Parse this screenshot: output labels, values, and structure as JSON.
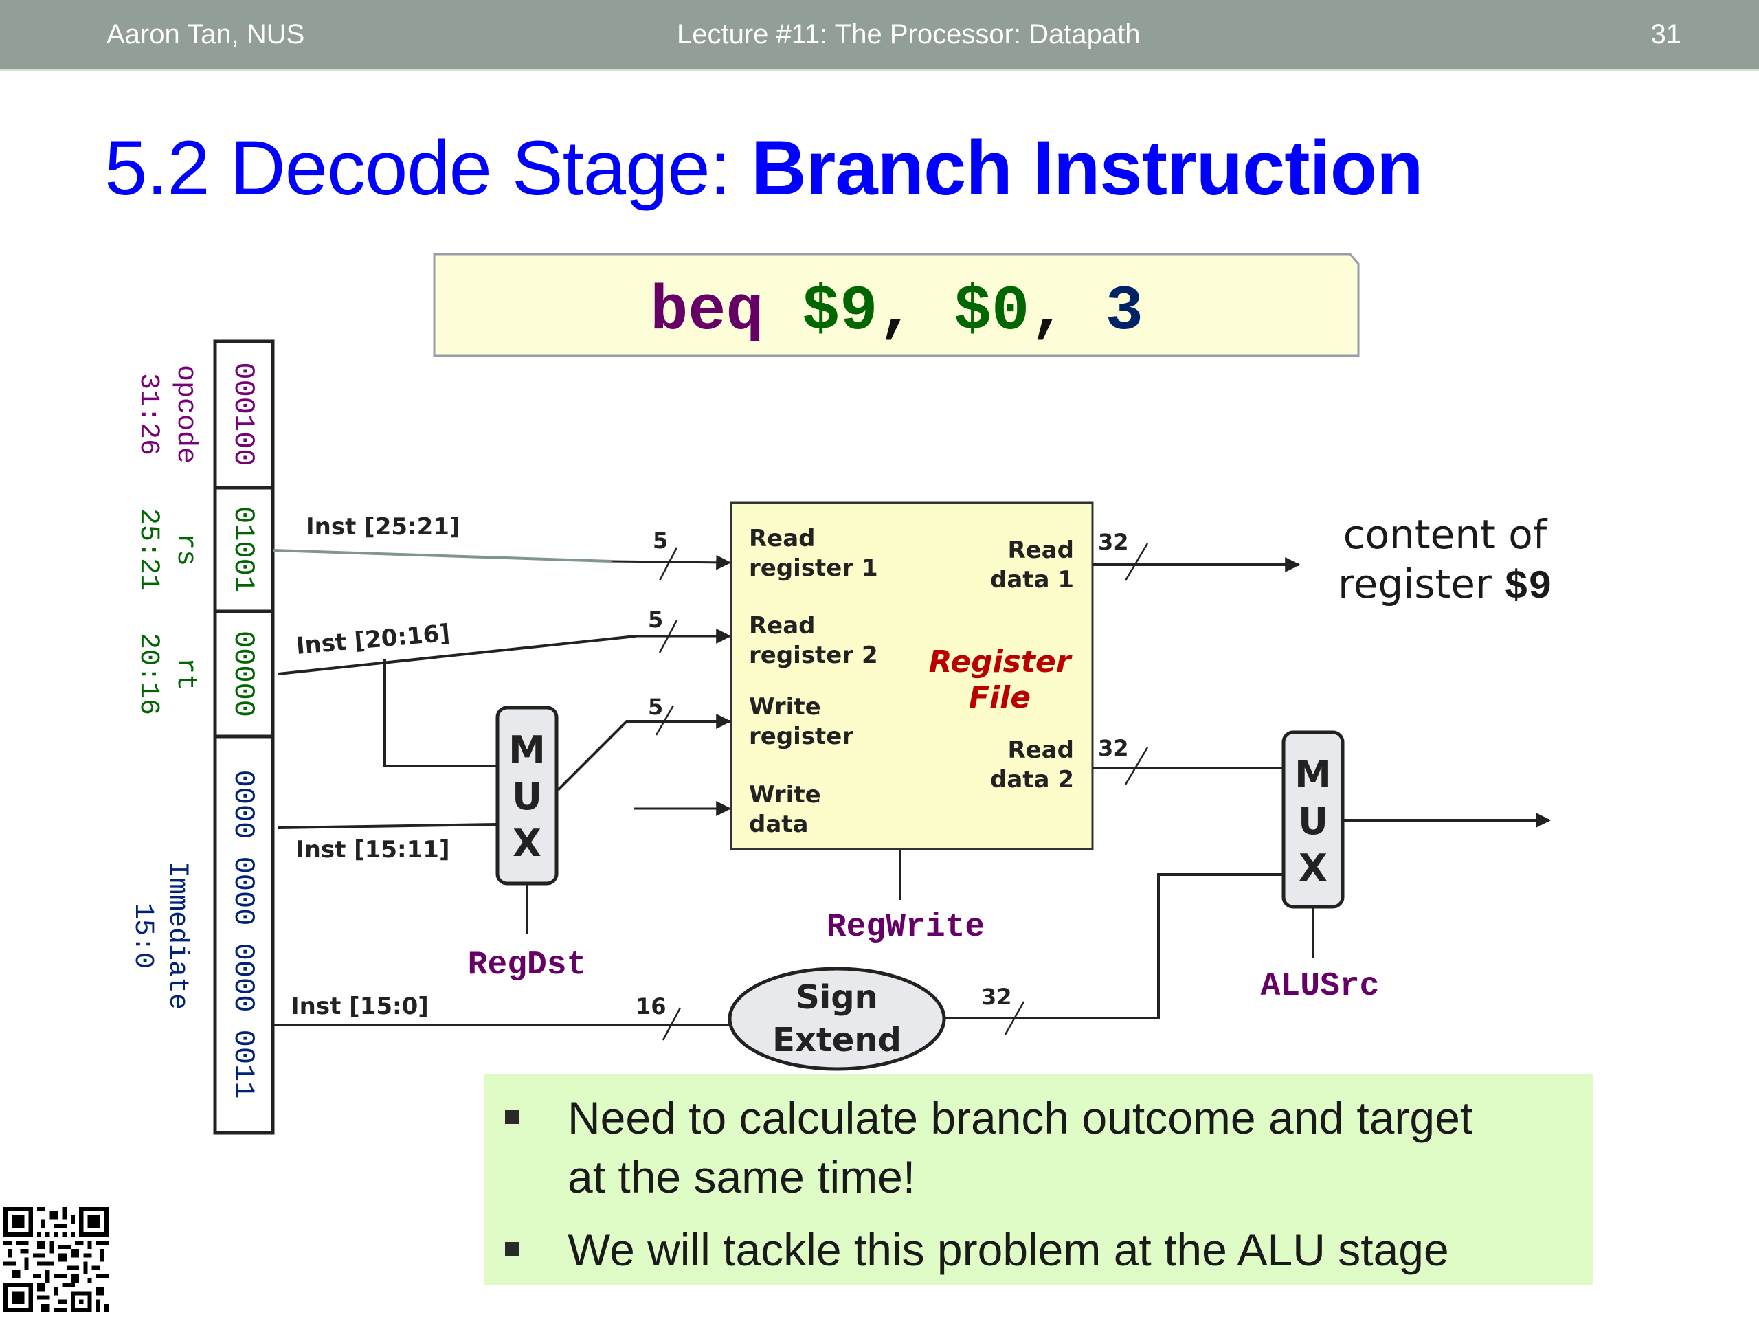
{
  "header": {
    "author": "Aaron Tan, NUS",
    "lecture": "Lecture #11: The Processor: Datapath",
    "page_number": "31"
  },
  "title": {
    "prefix": "5.2 Decode Stage: ",
    "emphasis": "Branch Instruction",
    "color": "#0000ff"
  },
  "instruction": {
    "mnemonic": "beq",
    "rs": "$9",
    "rt": "$0",
    "imm": "3",
    "sep": ",",
    "colors": {
      "mnemonic": "#660066",
      "register": "#006600",
      "immediate": "#002266",
      "box_fill": "#fdfdd8"
    }
  },
  "fields": [
    {
      "name": "opcode",
      "bits": "31:26",
      "value": "000100",
      "color": "#770077"
    },
    {
      "name": "rs",
      "bits": "25:21",
      "value": "01001",
      "color": "#006600"
    },
    {
      "name": "rt",
      "bits": "20:16",
      "value": "00000",
      "color": "#006600"
    },
    {
      "name": "Immediate",
      "bits": "15:0",
      "value": "0000 0000 0000 0011",
      "color": "#002277"
    }
  ],
  "wires": {
    "rs_label": "Inst [25:21]",
    "rt_label": "Inst [20:16]",
    "rd_label": "Inst [15:11]",
    "imm_label": "Inst [15:0]",
    "w_rr1": "5",
    "w_rr2": "5",
    "w_wr": "5",
    "w_rd1": "32",
    "w_rd2": "32",
    "w_imm_in": "16",
    "w_imm_out": "32"
  },
  "register_file": {
    "title_line1": "Register",
    "title_line2": "File",
    "ports": {
      "read_reg1": [
        "Read",
        "register 1"
      ],
      "read_reg2": [
        "Read",
        "register 2"
      ],
      "write_reg": [
        "Write",
        "register"
      ],
      "write_data": [
        "Write",
        "data"
      ],
      "read_data1": [
        "Read",
        "data 1"
      ],
      "read_data2": [
        "Read",
        "data 2"
      ]
    },
    "fill": "#fdfdcc",
    "title_color": "#bb0000"
  },
  "mux": {
    "letters": [
      "M",
      "U",
      "X"
    ],
    "fill": "#e8e9ec"
  },
  "sign_extend": {
    "line1": "Sign",
    "line2": "Extend",
    "fill": "#e8e9ec"
  },
  "control_signals": {
    "reg_dst": "RegDst",
    "reg_write": "RegWrite",
    "alu_src": "ALUSrc",
    "color": "#660066"
  },
  "annotation": {
    "line1": "content of",
    "line2_text": "register ",
    "line2_reg": "$9"
  },
  "callout": {
    "items": [
      {
        "line1": "Need to calculate branch outcome and target",
        "line2": "at the same time!"
      },
      {
        "line1": "We will tackle this problem at the ALU stage"
      }
    ],
    "fill": "#e0fcc6"
  },
  "qr_code": {
    "icon": "qr-code-icon"
  }
}
